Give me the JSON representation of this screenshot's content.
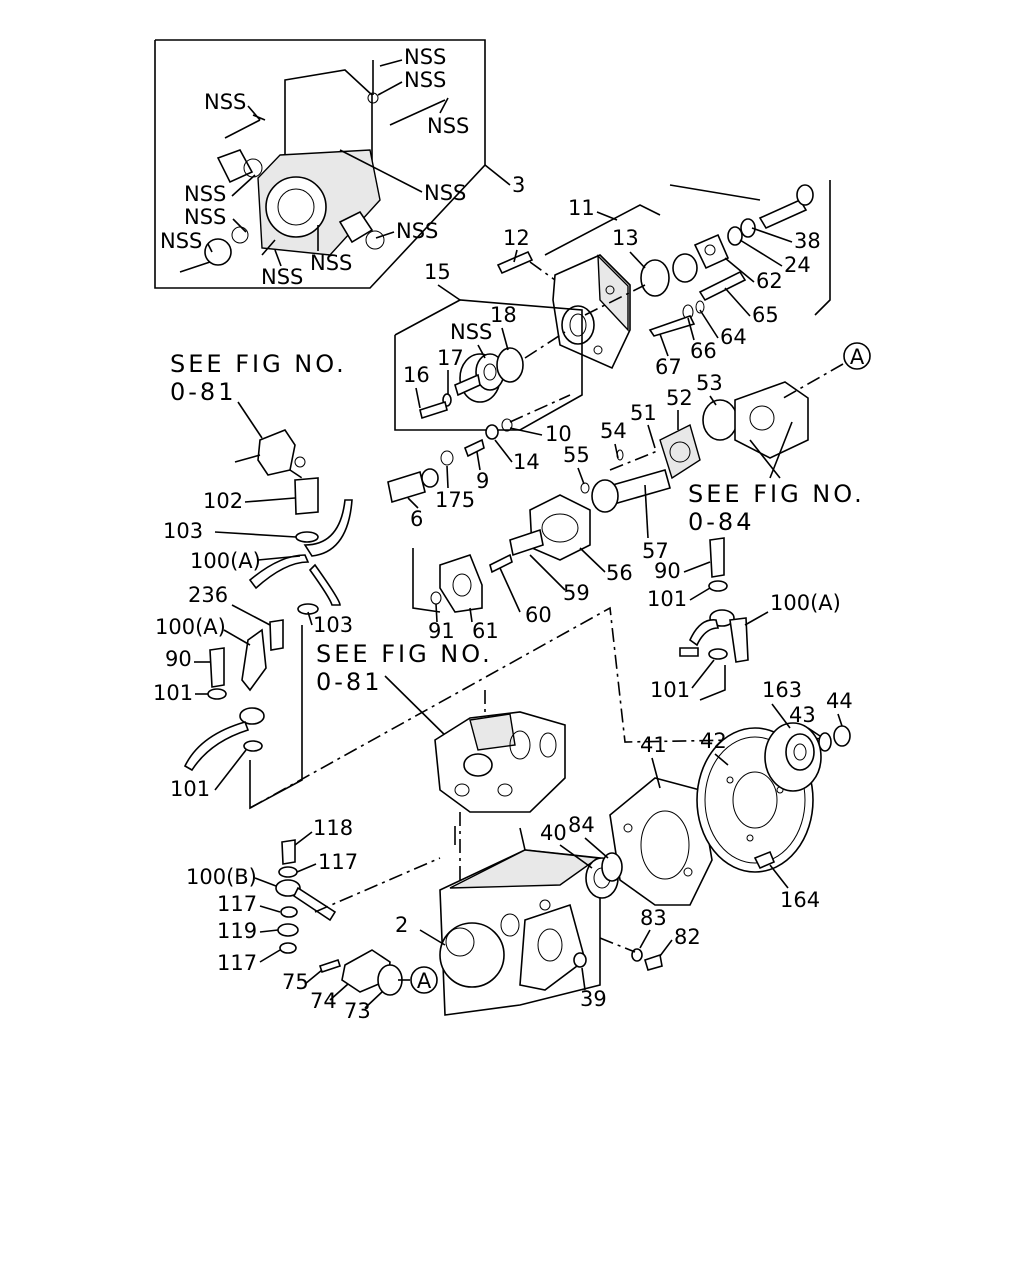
{
  "callouts": {
    "nss1": "NSS",
    "nss2": "NSS",
    "nss3": "NSS",
    "nss4": "NSS",
    "nss5": "NSS",
    "nss6": "NSS",
    "nss7": "NSS",
    "nss8": "NSS",
    "nss9": "NSS",
    "nss10": "NSS",
    "nss11": "NSS",
    "nss12": "NSS",
    "c3": "3",
    "c11": "11",
    "c12": "12",
    "c13": "13",
    "c15": "15",
    "c18": "18",
    "c16": "16",
    "c17": "17",
    "c38": "38",
    "c24": "24",
    "c62": "62",
    "c65": "65",
    "c64": "64",
    "c66": "66",
    "c67": "67",
    "c10": "10",
    "c14": "14",
    "c9": "9",
    "c175": "175",
    "c6": "6",
    "c51": "51",
    "c52": "52",
    "c53": "53",
    "c54": "54",
    "c55": "55",
    "c56": "56",
    "c57": "57",
    "c59": "59",
    "c60": "60",
    "c61": "61",
    "c91": "91",
    "c90a": "90",
    "c101a": "101",
    "c100a1": "100(A)",
    "c102": "102",
    "c103a": "103",
    "c100a2": "100(A)",
    "c236": "236",
    "c103b": "103",
    "c100a3": "100(A)",
    "c90b": "90",
    "c101b": "101",
    "c101c": "101",
    "c101d": "101",
    "c163": "163",
    "c44": "44",
    "c43": "43",
    "c42": "42",
    "c41": "41",
    "c40": "40",
    "c84": "84",
    "c164": "164",
    "c118": "118",
    "c117a": "117",
    "c100b": "100(B)",
    "c117b": "117",
    "c119": "119",
    "c117c": "117",
    "c2": "2",
    "c83": "83",
    "c82": "82",
    "c39": "39",
    "c75": "75",
    "c74": "74",
    "c73": "73"
  },
  "refs": {
    "see_fig_top_l1": "SEE FIG NO.",
    "see_fig_top_l2": "0-81",
    "see_fig_right_l1": "SEE FIG NO.",
    "see_fig_right_l2": "0-84",
    "see_fig_mid_l1": "SEE FIG NO.",
    "see_fig_mid_l2": "0-81",
    "marker_a_top": "A",
    "marker_a_bottom": "A"
  }
}
